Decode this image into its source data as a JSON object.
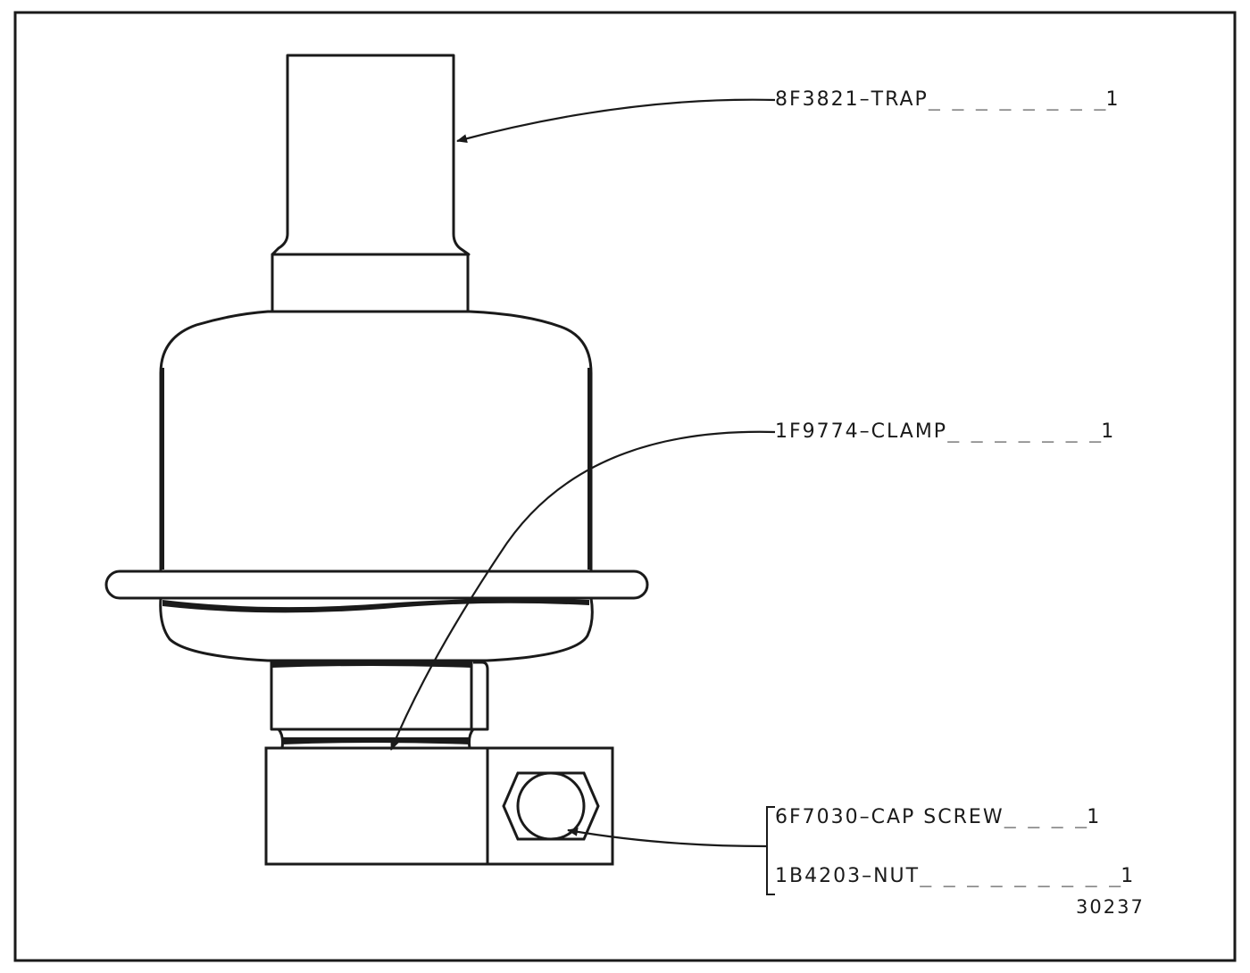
{
  "labels": {
    "trap": {
      "part": "8F3821",
      "name": "TRAP",
      "qty": "1"
    },
    "clamp": {
      "part": "1F9774",
      "name": "CLAMP",
      "qty": "1"
    },
    "cap_screw": {
      "part": "6F7030",
      "name": "CAP SCREW",
      "qty": "1"
    },
    "nut": {
      "part": "1B4203",
      "name": "NUT",
      "qty": "1"
    }
  },
  "figure_number": "30237",
  "colors": {
    "ink": "#1a1a1a",
    "paper": "#ffffff"
  }
}
